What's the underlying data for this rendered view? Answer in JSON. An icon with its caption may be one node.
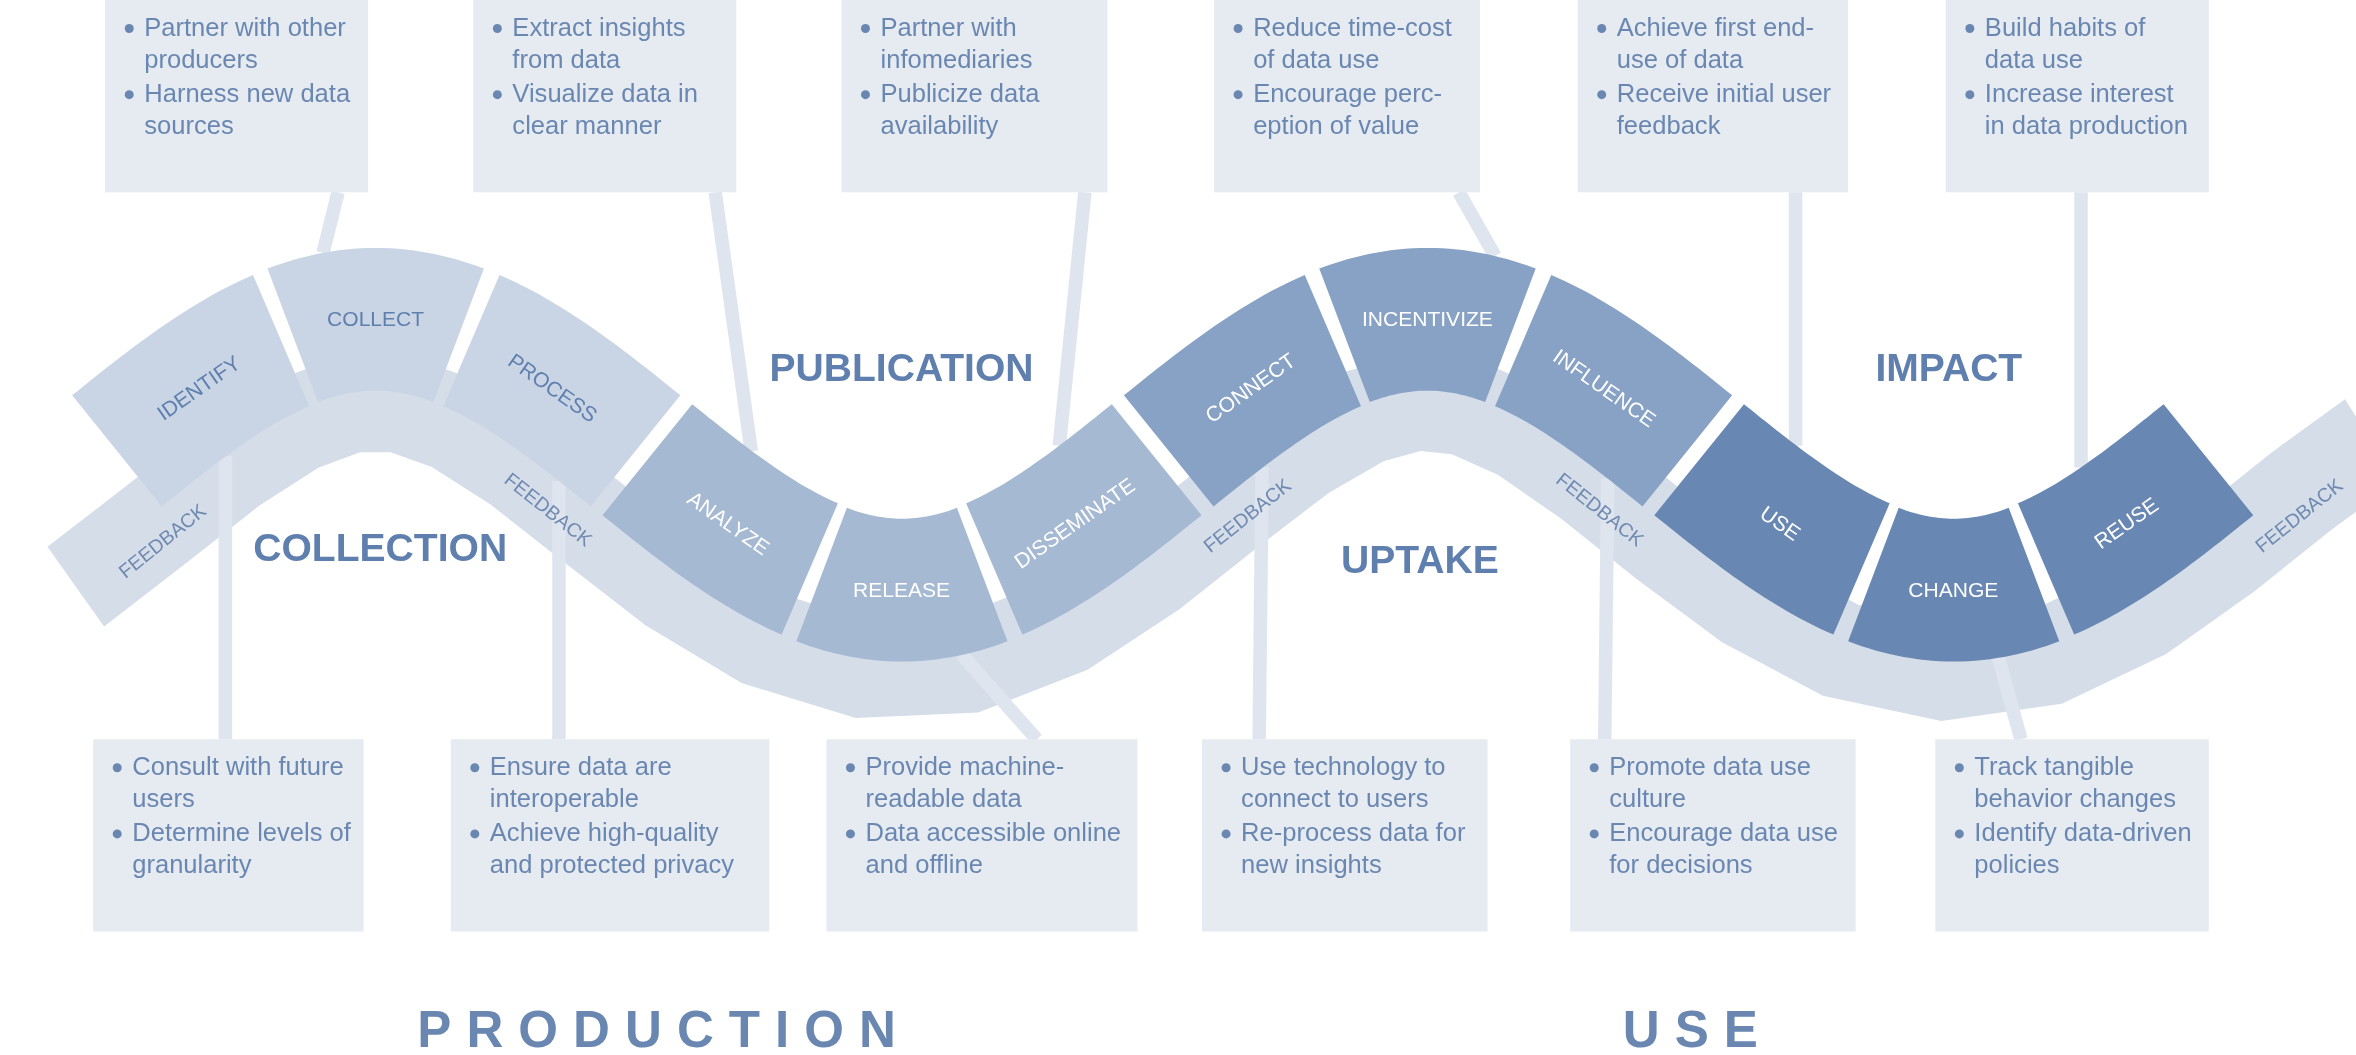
{
  "diagram": {
    "nodes": [
      {
        "text": [
          "Partner with other producers",
          "Harness new data sources"
        ]
      },
      {
        "text": [
          "Extract insights from data",
          "Visualize data in clear manner"
        ]
      },
      {
        "text": [
          "Partner with infomediaries",
          "Publicize data availability"
        ]
      },
      {
        "text": [
          "Reduce time-cost of data use",
          "Encourage perc-eption of value"
        ]
      },
      {
        "text": [
          "Achieve first end-use of data",
          "Receive initial user feedback"
        ]
      },
      {
        "text": [
          "Build habits of data use",
          "Increase interest in data production"
        ]
      },
      {
        "text": [
          "IDENTIFY"
        ]
      },
      {
        "text": [
          "COLLECT"
        ]
      },
      {
        "text": [
          "PROCESS"
        ]
      },
      {
        "text": [
          "ANALYZE"
        ]
      },
      {
        "text": [
          "RELEASE"
        ]
      },
      {
        "text": [
          "DISSEMINATE"
        ]
      },
      {
        "text": [
          "CONNECT"
        ]
      },
      {
        "text": [
          "INCENTIVIZE"
        ]
      },
      {
        "text": [
          "INFLUENCE"
        ]
      },
      {
        "text": [
          "USE"
        ]
      },
      {
        "text": [
          "CHANGE"
        ]
      },
      {
        "text": [
          "REUSE"
        ]
      },
      {
        "text": [
          "Consult with future users",
          "Determine levels of granularity"
        ]
      },
      {
        "text": [
          "Ensure data are interoperable",
          "Achieve high-quality and protected privacy"
        ]
      },
      {
        "text": [
          "Provide machine-readable data",
          "Data accessible online and offline"
        ]
      },
      {
        "text": [
          "Use technology to connect to users",
          "Re-process data for new insights"
        ]
      },
      {
        "text": [
          "Promote data use culture",
          "Encourage data use for decisions"
        ]
      },
      {
        "text": [
          "Track tangible behavior changes",
          "Identify data-driven policies"
        ]
      }
    ],
    "edges": [
      {
        "from": 0,
        "to": 7,
        "arrow": "none"
      },
      {
        "from": 1,
        "to": 9,
        "arrow": "none"
      },
      {
        "from": 2,
        "to": 11,
        "arrow": "none"
      },
      {
        "from": 3,
        "to": 13,
        "arrow": "none"
      },
      {
        "from": 4,
        "to": 15,
        "arrow": "none"
      },
      {
        "from": 5,
        "to": 17,
        "arrow": "none"
      },
      {
        "from": 18,
        "to": 6,
        "arrow": "none"
      },
      {
        "from": 19,
        "to": 8,
        "arrow": "none"
      },
      {
        "from": 20,
        "to": 10,
        "arrow": "none"
      },
      {
        "from": 21,
        "to": 12,
        "arrow": "none"
      },
      {
        "from": 22,
        "to": 14,
        "arrow": "none"
      },
      {
        "from": 23,
        "to": 16,
        "arrow": "none"
      }
    ],
    "labels": [
      "PUBLICATION",
      "IMPACT",
      "FEEDBACK",
      "FEEDBACK",
      "COLLECTION",
      "UPTAKE",
      "FEEDBACK",
      "FEEDBACK",
      "FEEDBACK",
      "PRODUCTION",
      "USE"
    ]
  }
}
